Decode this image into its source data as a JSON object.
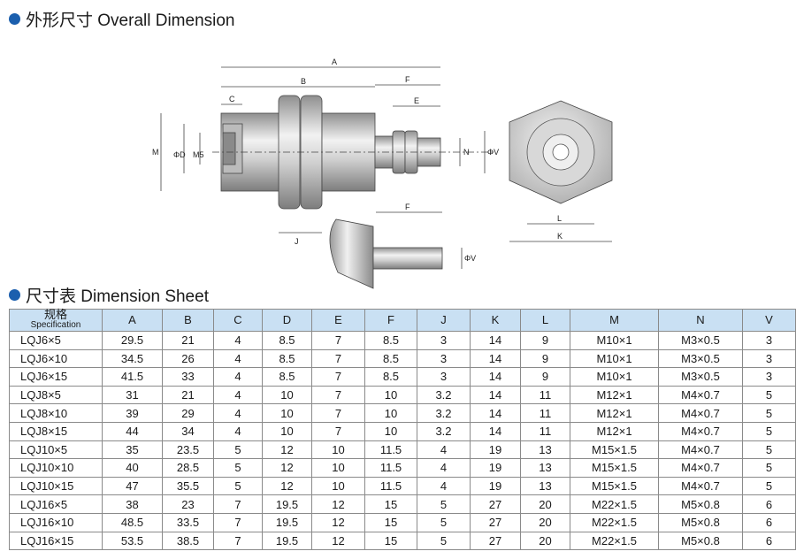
{
  "section1": {
    "title": "外形尺寸 Overall Dimension"
  },
  "section2": {
    "title": "尺寸表 Dimension Sheet"
  },
  "drawing": {
    "labels": [
      "A",
      "B",
      "C",
      "F",
      "E",
      "M",
      "ΦD",
      "M5",
      "N",
      "ΦV",
      "J",
      "F",
      "ΦV",
      "L",
      "K"
    ]
  },
  "table": {
    "spec_zh": "规格",
    "spec_en": "Specification",
    "columns": [
      "A",
      "B",
      "C",
      "D",
      "E",
      "F",
      "J",
      "K",
      "L",
      "M",
      "N",
      "V"
    ],
    "rows": [
      [
        "LQJ6×5",
        "29.5",
        "21",
        "4",
        "8.5",
        "7",
        "8.5",
        "3",
        "14",
        "9",
        "M10×1",
        "M3×0.5",
        "3"
      ],
      [
        "LQJ6×10",
        "34.5",
        "26",
        "4",
        "8.5",
        "7",
        "8.5",
        "3",
        "14",
        "9",
        "M10×1",
        "M3×0.5",
        "3"
      ],
      [
        "LQJ6×15",
        "41.5",
        "33",
        "4",
        "8.5",
        "7",
        "8.5",
        "3",
        "14",
        "9",
        "M10×1",
        "M3×0.5",
        "3"
      ],
      [
        "LQJ8×5",
        "31",
        "21",
        "4",
        "10",
        "7",
        "10",
        "3.2",
        "14",
        "11",
        "M12×1",
        "M4×0.7",
        "5"
      ],
      [
        "LQJ8×10",
        "39",
        "29",
        "4",
        "10",
        "7",
        "10",
        "3.2",
        "14",
        "11",
        "M12×1",
        "M4×0.7",
        "5"
      ],
      [
        "LQJ8×15",
        "44",
        "34",
        "4",
        "10",
        "7",
        "10",
        "3.2",
        "14",
        "11",
        "M12×1",
        "M4×0.7",
        "5"
      ],
      [
        "LQJ10×5",
        "35",
        "23.5",
        "5",
        "12",
        "10",
        "11.5",
        "4",
        "19",
        "13",
        "M15×1.5",
        "M4×0.7",
        "5"
      ],
      [
        "LQJ10×10",
        "40",
        "28.5",
        "5",
        "12",
        "10",
        "11.5",
        "4",
        "19",
        "13",
        "M15×1.5",
        "M4×0.7",
        "5"
      ],
      [
        "LQJ10×15",
        "47",
        "35.5",
        "5",
        "12",
        "10",
        "11.5",
        "4",
        "19",
        "13",
        "M15×1.5",
        "M4×0.7",
        "5"
      ],
      [
        "LQJ16×5",
        "38",
        "23",
        "7",
        "19.5",
        "12",
        "15",
        "5",
        "27",
        "20",
        "M22×1.5",
        "M5×0.8",
        "6"
      ],
      [
        "LQJ16×10",
        "48.5",
        "33.5",
        "7",
        "19.5",
        "12",
        "15",
        "5",
        "27",
        "20",
        "M22×1.5",
        "M5×0.8",
        "6"
      ],
      [
        "LQJ16×15",
        "53.5",
        "38.5",
        "7",
        "19.5",
        "12",
        "15",
        "5",
        "27",
        "20",
        "M22×1.5",
        "M5×0.8",
        "6"
      ]
    ]
  }
}
